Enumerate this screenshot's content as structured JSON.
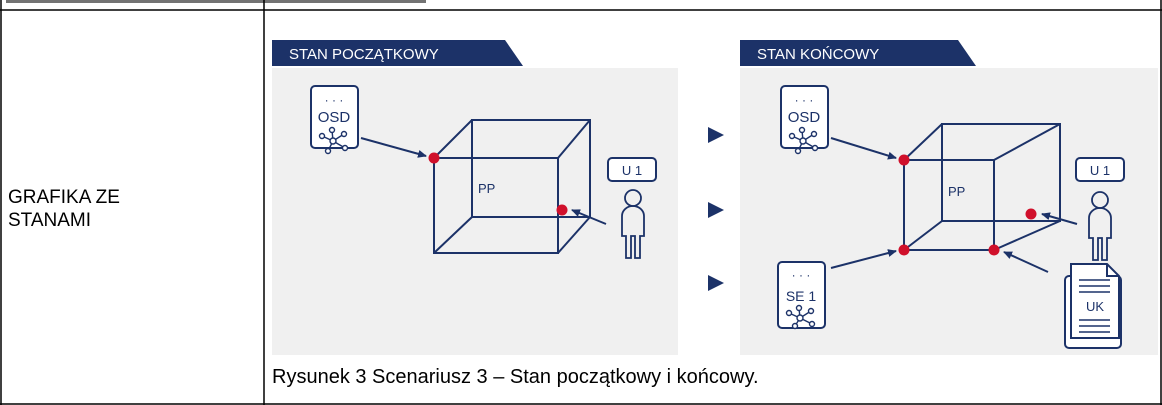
{
  "table": {
    "row_label_line1": "GRAFIKA ZE",
    "row_label_line2": "STANAMI",
    "caption": "Rysunek 3 Scenariusz 3 – Stan początkowy i końcowy."
  },
  "diagram": {
    "initial_state": {
      "header": "STAN POCZĄTKOWY",
      "system_label": "OSD",
      "system_dots": "· · ·",
      "cube_label": "PP",
      "user_label": "U 1"
    },
    "final_state": {
      "header": "STAN KOŃCOWY",
      "system_label": "OSD",
      "system_dots": "· · ·",
      "cube_label": "PP",
      "user_label": "U 1",
      "entity_label": "SE 1",
      "entity_dots": "· · ·",
      "document_label": "UK"
    },
    "colors": {
      "navy": "#1c3268",
      "panel": "#f0f0f0",
      "red_dot": "#d0102b",
      "line": "#1c3268"
    },
    "icons": [
      "network-icon",
      "person-icon",
      "document-icon",
      "arrow-right-icon"
    ]
  }
}
